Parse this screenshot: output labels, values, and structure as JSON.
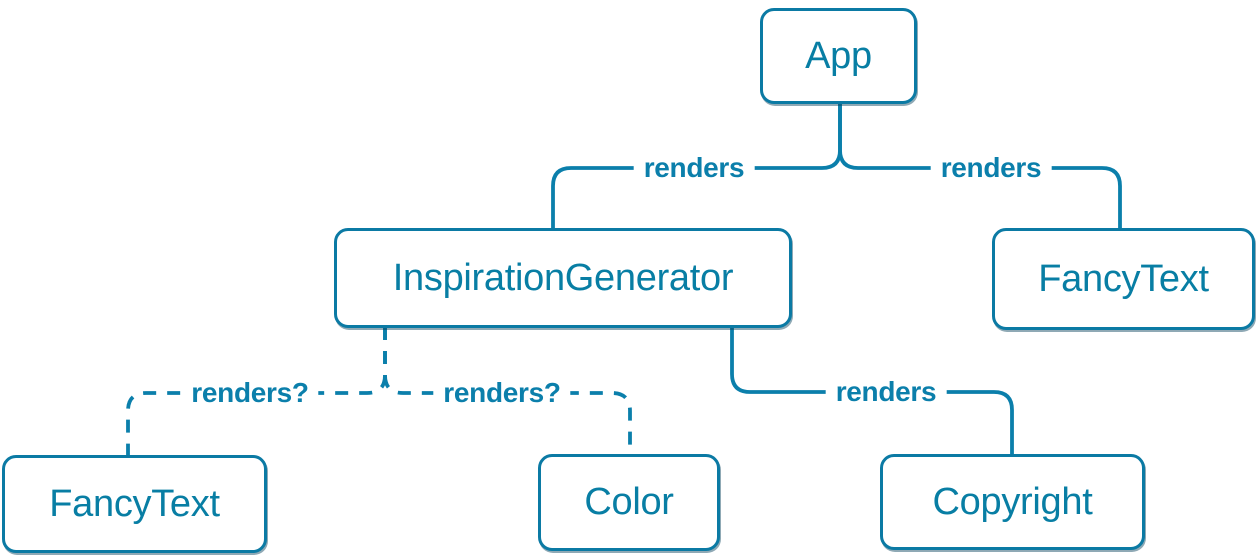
{
  "diagram": {
    "type": "component-render-tree",
    "colors": {
      "edge": "#0b7fab",
      "node_border": "#0b7aa4",
      "node_text": "#087ea4",
      "background": "#ffffff"
    },
    "nodes": [
      {
        "id": "app",
        "label": "App"
      },
      {
        "id": "inspiration-generator",
        "label": "InspirationGenerator"
      },
      {
        "id": "fancy-text-top",
        "label": "FancyText"
      },
      {
        "id": "fancy-text-bottom",
        "label": "FancyText"
      },
      {
        "id": "color",
        "label": "Color"
      },
      {
        "id": "copyright",
        "label": "Copyright"
      }
    ],
    "edges": [
      {
        "from": "app",
        "to": "inspiration-generator",
        "label": "renders",
        "style": "solid"
      },
      {
        "from": "app",
        "to": "fancy-text-top",
        "label": "renders",
        "style": "solid"
      },
      {
        "from": "inspiration-generator",
        "to": "fancy-text-bottom",
        "label": "renders?",
        "style": "dashed"
      },
      {
        "from": "inspiration-generator",
        "to": "color",
        "label": "renders?",
        "style": "dashed"
      },
      {
        "from": "inspiration-generator",
        "to": "copyright",
        "label": "renders",
        "style": "solid"
      }
    ]
  }
}
